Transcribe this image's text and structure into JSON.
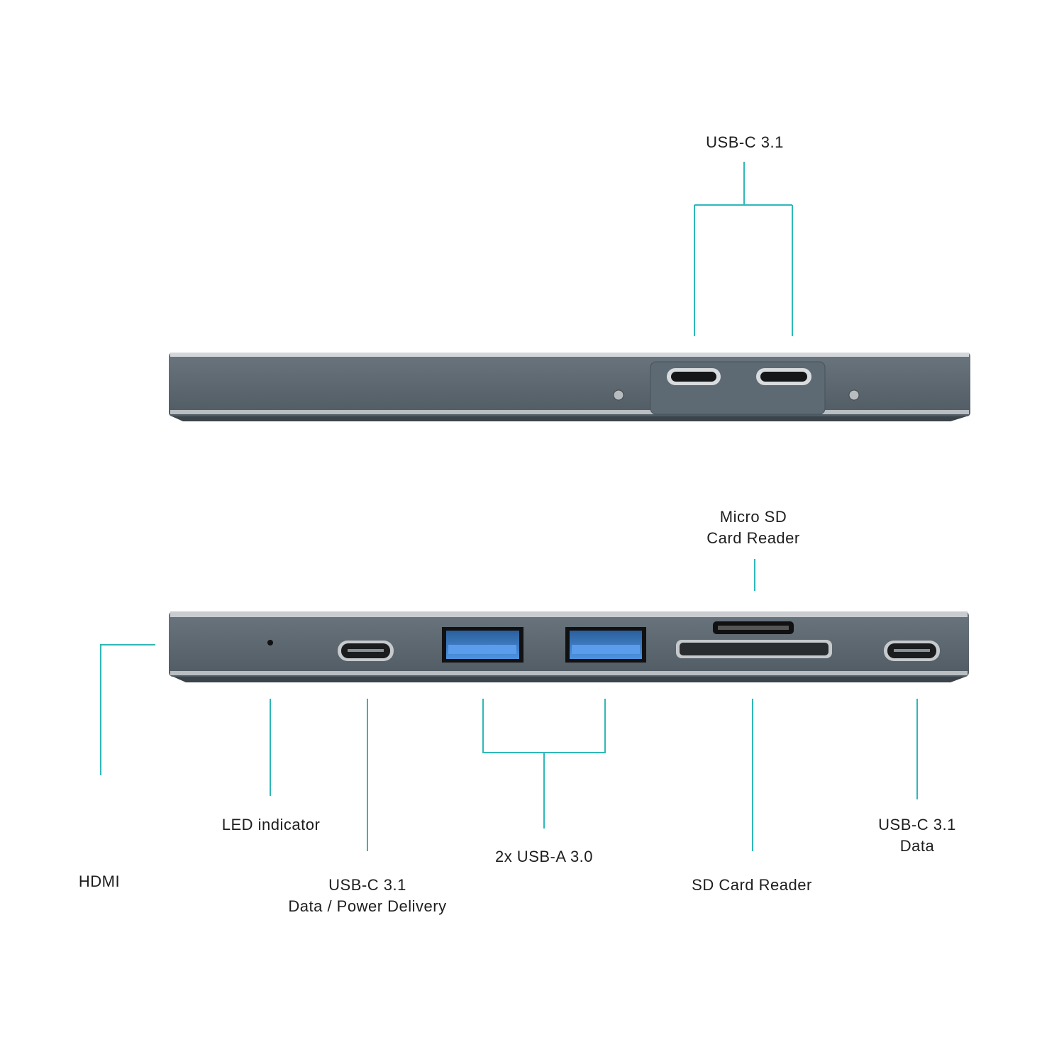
{
  "colors": {
    "callout_line": "#2fb8b8",
    "device_body": "#5b6770",
    "device_edge": "#c9cdd0",
    "usb_a_blue": "#3f86d8"
  },
  "top_view": {
    "labels": {
      "usb_c_pair": "USB-C 3.1"
    }
  },
  "bottom_view": {
    "labels": {
      "micro_sd": [
        "Micro SD",
        "Card Reader"
      ],
      "hdmi": "HDMI",
      "led": "LED indicator",
      "usb_c_pd": [
        "USB-C 3.1",
        "Data / Power Delivery"
      ],
      "usb_a": "2x USB-A 3.0",
      "sd": "SD Card Reader",
      "usb_c_data": [
        "USB-C 3.1",
        "Data"
      ]
    }
  }
}
